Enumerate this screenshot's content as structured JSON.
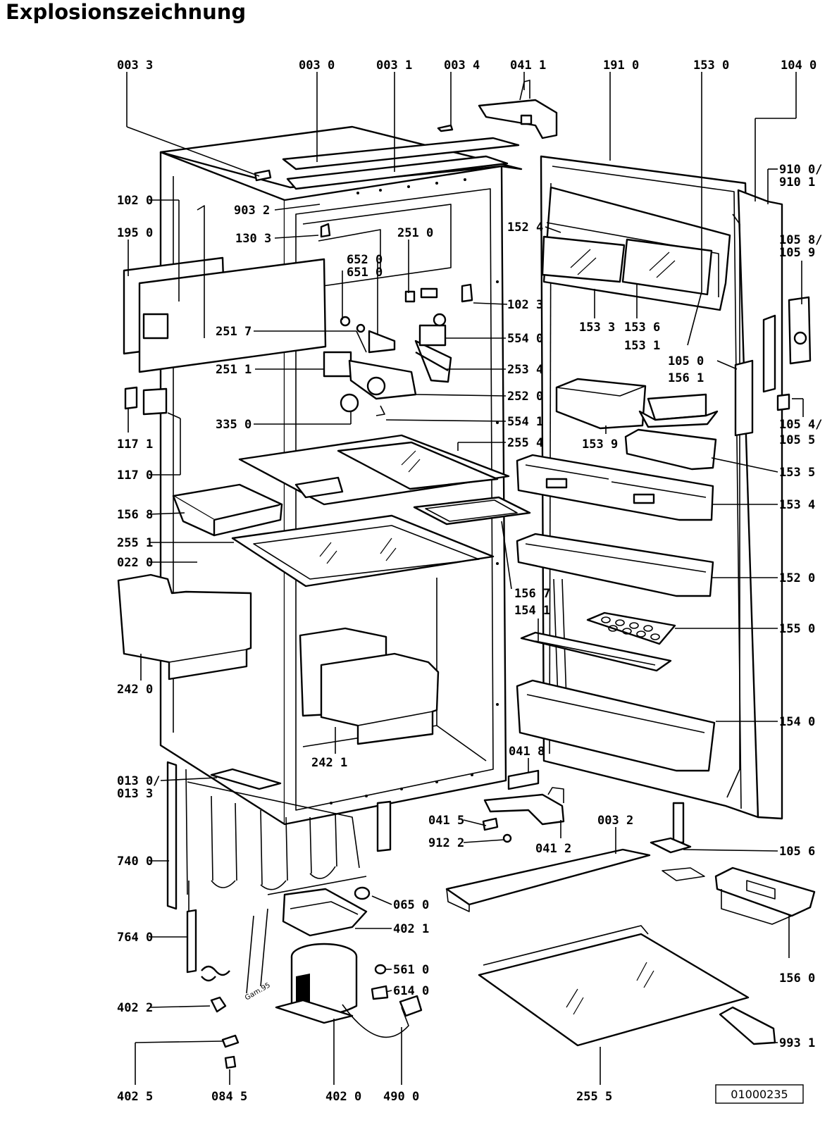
{
  "title": "Explosionszeichnung",
  "drawing_number": "01000235",
  "date_stamp": "Gam.95",
  "labels": [
    {
      "id": "l0033a",
      "text": "003 3"
    },
    {
      "id": "l0030",
      "text": "003 0"
    },
    {
      "id": "l0031",
      "text": "003 1"
    },
    {
      "id": "l0034",
      "text": "003 4"
    },
    {
      "id": "l0411",
      "text": "041 1"
    },
    {
      "id": "l1910",
      "text": "191 0"
    },
    {
      "id": "l1530",
      "text": "153 0"
    },
    {
      "id": "l1040",
      "text": "104 0"
    },
    {
      "id": "l9100",
      "text": "910 0/"
    },
    {
      "id": "l9101",
      "text": "910 1"
    },
    {
      "id": "l1020",
      "text": "102 0"
    },
    {
      "id": "l9032",
      "text": "903 2"
    },
    {
      "id": "l1950",
      "text": "195 0"
    },
    {
      "id": "l1303",
      "text": "130 3"
    },
    {
      "id": "l2510",
      "text": "251 0"
    },
    {
      "id": "l1524",
      "text": "152 4"
    },
    {
      "id": "l1058",
      "text": "105 8/"
    },
    {
      "id": "l1059",
      "text": "105 9"
    },
    {
      "id": "l6520",
      "text": "652 0"
    },
    {
      "id": "l6510",
      "text": "651 0"
    },
    {
      "id": "l1023",
      "text": "102 3"
    },
    {
      "id": "l1533",
      "text": "153 3"
    },
    {
      "id": "l1536",
      "text": "153 6"
    },
    {
      "id": "l1531",
      "text": "153 1"
    },
    {
      "id": "l2517",
      "text": "251 7"
    },
    {
      "id": "l5540",
      "text": "554 0"
    },
    {
      "id": "l1050",
      "text": "105 0"
    },
    {
      "id": "l1561",
      "text": "156 1"
    },
    {
      "id": "l2511",
      "text": "251 1"
    },
    {
      "id": "l2534",
      "text": "253 4"
    },
    {
      "id": "l2520",
      "text": "252 0"
    },
    {
      "id": "l1171",
      "text": "117 1"
    },
    {
      "id": "l3350",
      "text": "335 0"
    },
    {
      "id": "l5541",
      "text": "554 1"
    },
    {
      "id": "l1539",
      "text": "153 9"
    },
    {
      "id": "l1054",
      "text": "105 4/"
    },
    {
      "id": "l1055",
      "text": "105 5"
    },
    {
      "id": "l2554",
      "text": "255 4"
    },
    {
      "id": "l1535",
      "text": "153 5"
    },
    {
      "id": "l1170",
      "text": "117 0"
    },
    {
      "id": "l1568",
      "text": "156 8"
    },
    {
      "id": "l1534",
      "text": "153 4"
    },
    {
      "id": "l2551",
      "text": "255 1"
    },
    {
      "id": "l0220",
      "text": "022 0"
    },
    {
      "id": "l1520",
      "text": "152 0"
    },
    {
      "id": "l1567",
      "text": "156 7"
    },
    {
      "id": "l1541",
      "text": "154 1"
    },
    {
      "id": "l1550",
      "text": "155 0"
    },
    {
      "id": "l2420",
      "text": "242 0"
    },
    {
      "id": "l1540",
      "text": "154 0"
    },
    {
      "id": "l2421",
      "text": "242 1"
    },
    {
      "id": "l0418",
      "text": "041 8"
    },
    {
      "id": "l0130",
      "text": "013 0/"
    },
    {
      "id": "l0133",
      "text": "013 3"
    },
    {
      "id": "l0415",
      "text": "041 5"
    },
    {
      "id": "l0032",
      "text": "003 2"
    },
    {
      "id": "l9122",
      "text": "912 2"
    },
    {
      "id": "l0412",
      "text": "041 2"
    },
    {
      "id": "l1056",
      "text": "105 6"
    },
    {
      "id": "l7400",
      "text": "740 0"
    },
    {
      "id": "l0650",
      "text": "065 0"
    },
    {
      "id": "l4021",
      "text": "402 1"
    },
    {
      "id": "l7640",
      "text": "764 0"
    },
    {
      "id": "l5610",
      "text": "561 0"
    },
    {
      "id": "l1560",
      "text": "156 0"
    },
    {
      "id": "l6140",
      "text": "614 0"
    },
    {
      "id": "l4022",
      "text": "402 2"
    },
    {
      "id": "l9931",
      "text": "993 1"
    },
    {
      "id": "l4025",
      "text": "402 5"
    },
    {
      "id": "l0845",
      "text": "084 5"
    },
    {
      "id": "l4020",
      "text": "402 0"
    },
    {
      "id": "l4900",
      "text": "490 0"
    },
    {
      "id": "l2555",
      "text": "255 5"
    }
  ]
}
